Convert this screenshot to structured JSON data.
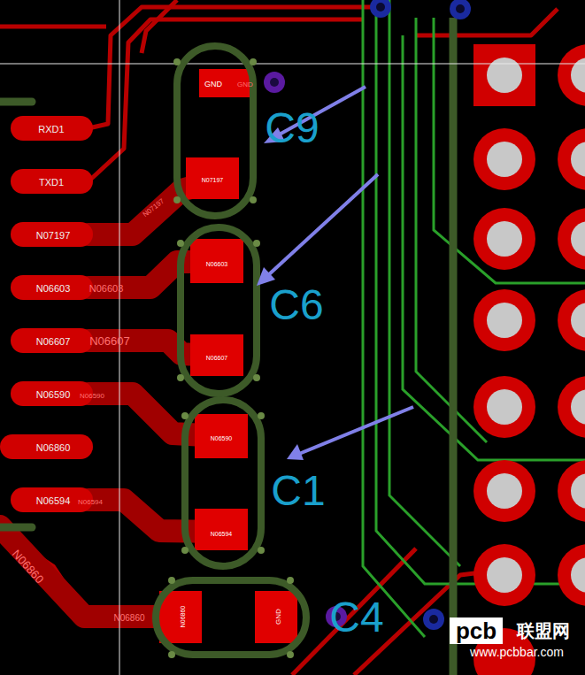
{
  "diagram": {
    "labels": [
      "RXD1",
      "TXD1",
      "N07197",
      "N06603",
      "N06607",
      "N06590",
      "N06860",
      "N06594",
      "N07197",
      "N06603",
      "N06607",
      "N06590",
      "N06594",
      "N06860",
      "N06860",
      "GND",
      "GND",
      "N07197",
      "N06603",
      "N06607",
      "N06590",
      "N06594",
      "N06860",
      "GND",
      "C9",
      "C6",
      "C1",
      "C4",
      "pcb",
      "联盟网",
      "www.pcbbar.com"
    ]
  }
}
